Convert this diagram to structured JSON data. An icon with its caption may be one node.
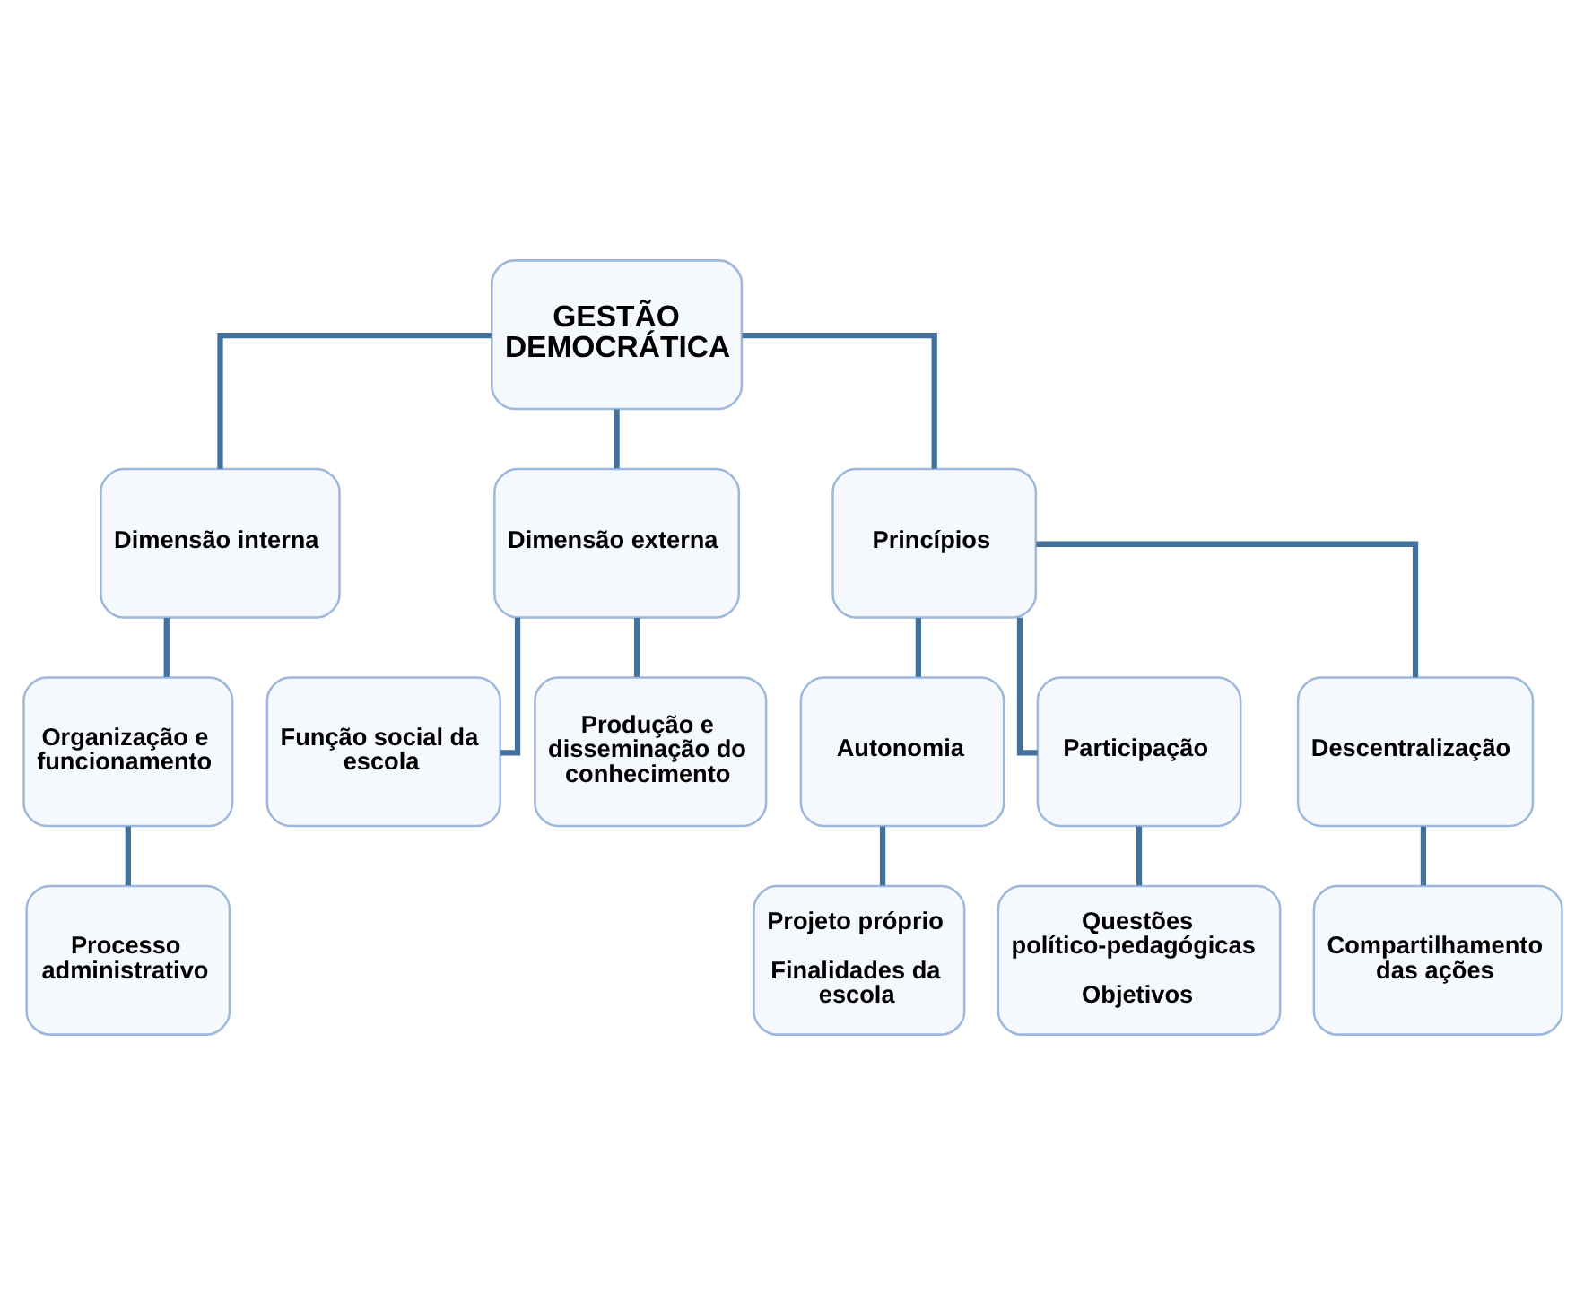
{
  "diagram": {
    "nodes": [
      {
        "text": [
          "GESTÃO DEMOCRÁTICA"
        ]
      },
      {
        "text": [
          "Dimensão interna"
        ]
      },
      {
        "text": [
          "Dimensão externa"
        ]
      },
      {
        "text": [
          "Princípios"
        ]
      },
      {
        "text": [
          "Organização e funcionamento"
        ]
      },
      {
        "text": [
          "Processo administrativo"
        ]
      },
      {
        "text": [
          "Função social da escola"
        ]
      },
      {
        "text": [
          "Produção e disseminação do conhecimento"
        ]
      },
      {
        "text": [
          "Autonomia"
        ]
      },
      {
        "text": [
          "Participação"
        ]
      },
      {
        "text": [
          "Descentralização"
        ]
      },
      {
        "text": [
          "Projeto próprio",
          "Finalidades da escola"
        ]
      },
      {
        "text": [
          "Questões político-pedagógicas",
          "Objetivos"
        ]
      },
      {
        "text": [
          "Compartilhamento das ações"
        ]
      }
    ],
    "edges": [
      {
        "from": 0,
        "to": 1,
        "arrow": "none"
      },
      {
        "from": 0,
        "to": 2,
        "arrow": "none"
      },
      {
        "from": 0,
        "to": 3,
        "arrow": "none"
      },
      {
        "from": 1,
        "to": 4,
        "arrow": "none"
      },
      {
        "from": 4,
        "to": 5,
        "arrow": "none"
      },
      {
        "from": 2,
        "to": 6,
        "arrow": "none"
      },
      {
        "from": 2,
        "to": 7,
        "arrow": "none"
      },
      {
        "from": 3,
        "to": 8,
        "arrow": "none"
      },
      {
        "from": 3,
        "to": 9,
        "arrow": "none"
      },
      {
        "from": 3,
        "to": 10,
        "arrow": "none"
      },
      {
        "from": 8,
        "to": 11,
        "arrow": "none"
      },
      {
        "from": 9,
        "to": 12,
        "arrow": "none"
      },
      {
        "from": 10,
        "to": 13,
        "arrow": "none"
      }
    ]
  }
}
